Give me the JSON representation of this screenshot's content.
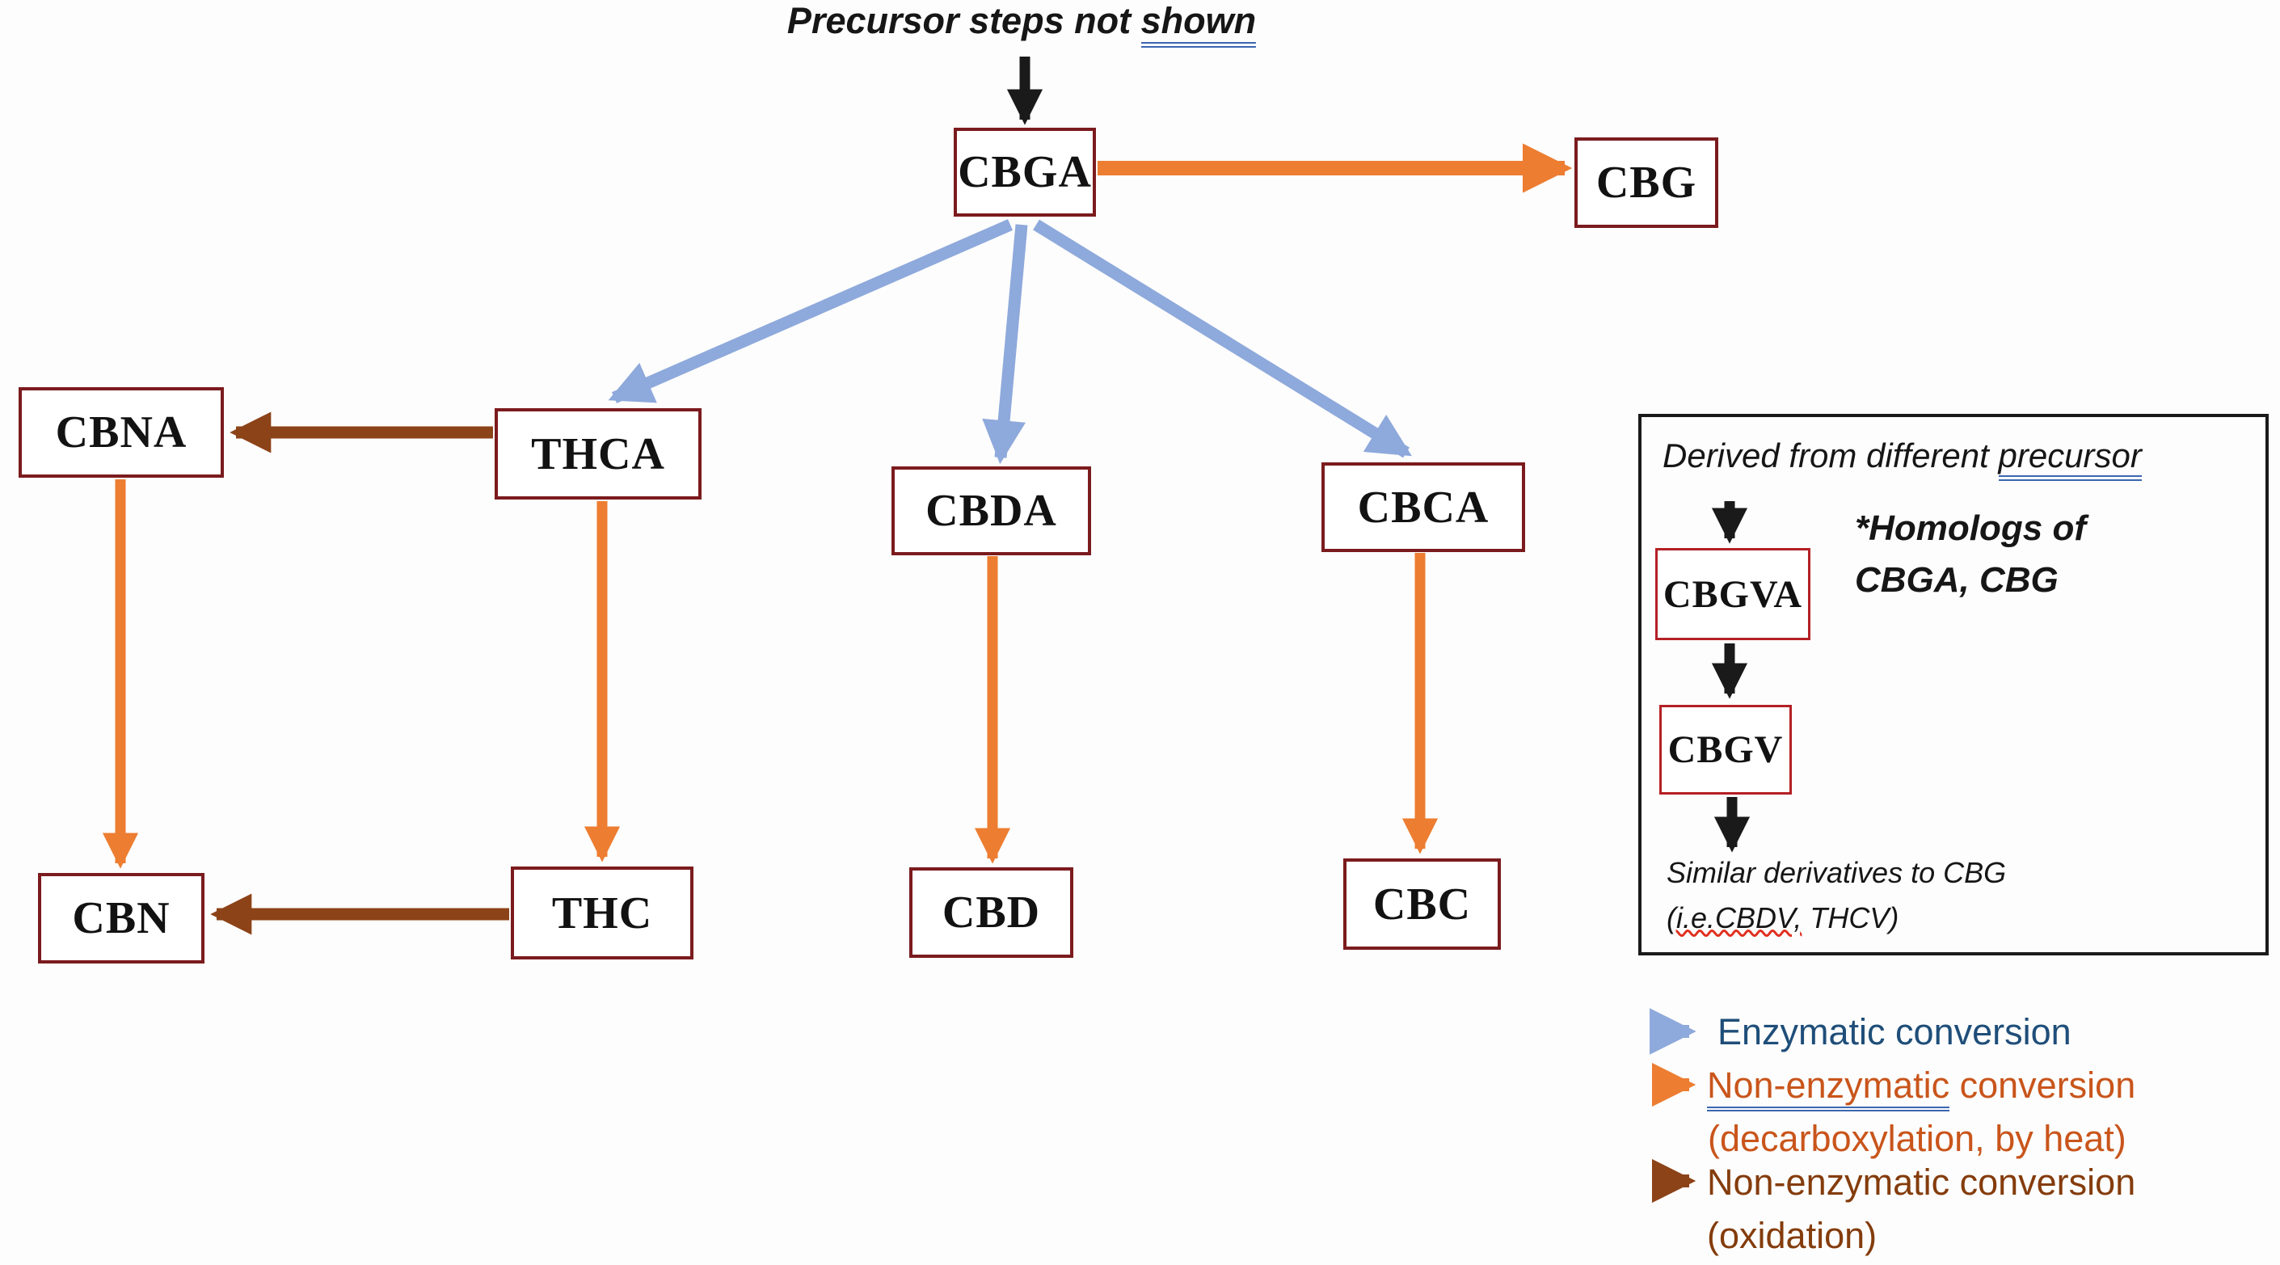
{
  "title": {
    "text_before": "Precursor steps not ",
    "underlined_word": "shown"
  },
  "colors": {
    "blue": "#8EA9DB",
    "orange": "#ED7D31",
    "brown": "#8C4318",
    "black": "#1a1a1a",
    "node_border": "#7B1B1E",
    "homolog_border": "#B42025",
    "underline_blue": "#3B66B0",
    "panel_border": "#1a1a1a",
    "legend_blue_text": "#1F4E79",
    "legend_orange_text": "#C9551B",
    "legend_brown_text": "#843C0C"
  },
  "nodes": {
    "cbga": "CBGA",
    "cbg": "CBG",
    "cbna": "CBNA",
    "thca": "THCA",
    "cbda": "CBDA",
    "cbca": "CBCA",
    "cbn": "CBN",
    "thc": "THC",
    "cbd": "CBD",
    "cbc": "CBC",
    "cbgva": "CBGVA",
    "cbgv": "CBGV"
  },
  "edges": [
    {
      "from": "precursor steps",
      "to": "CBGA",
      "type": "precursor"
    },
    {
      "from": "CBGA",
      "to": "CBG",
      "type": "non-enzymatic conversion (decarboxylation, by heat)"
    },
    {
      "from": "CBGA",
      "to": "THCA",
      "type": "enzymatic conversion"
    },
    {
      "from": "CBGA",
      "to": "CBDA",
      "type": "enzymatic conversion"
    },
    {
      "from": "CBGA",
      "to": "CBCA",
      "type": "enzymatic conversion"
    },
    {
      "from": "THCA",
      "to": "CBNA",
      "type": "non-enzymatic conversion (oxidation)"
    },
    {
      "from": "CBNA",
      "to": "CBN",
      "type": "non-enzymatic conversion (decarboxylation, by heat)"
    },
    {
      "from": "THCA",
      "to": "THC",
      "type": "non-enzymatic conversion (decarboxylation, by heat)"
    },
    {
      "from": "THC",
      "to": "CBN",
      "type": "non-enzymatic conversion (oxidation)"
    },
    {
      "from": "CBDA",
      "to": "CBD",
      "type": "non-enzymatic conversion (decarboxylation, by heat)"
    },
    {
      "from": "CBCA",
      "to": "CBC",
      "type": "non-enzymatic conversion (decarboxylation, by heat)"
    },
    {
      "from": "CBGVA",
      "to": "CBGV",
      "type": "precursor chain"
    }
  ],
  "side_panel": {
    "title_before": "Derived from different ",
    "title_underlined": "precursor",
    "homologs_line1": "*Homologs of",
    "homologs_line2": "CBGA, CBG",
    "derivatives_line1": "Similar derivatives to CBG",
    "derivatives_line2_squiggly": "(i.e.CBDV,",
    "derivatives_line2_rest": " THCV)"
  },
  "legend": {
    "enzymatic_label": "Enzymatic conversion",
    "non_enzymatic_underlined": "Non-enzymatic",
    "non_enzymatic_rest": " conversion",
    "non_enzymatic_sub": "(decarboxylation, by heat)",
    "oxidation_line1": "Non-enzymatic conversion",
    "oxidation_line2": "(oxidation)"
  }
}
